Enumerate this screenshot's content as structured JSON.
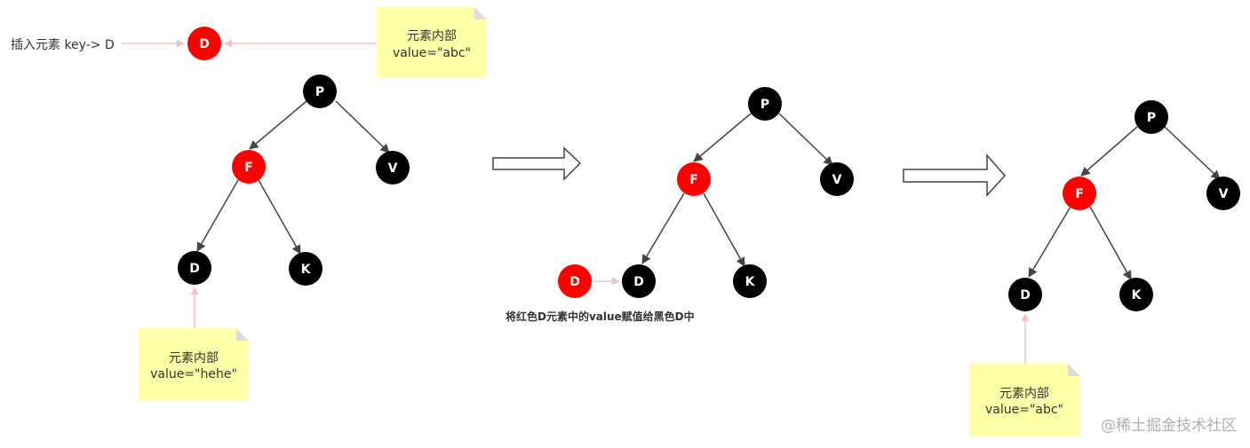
{
  "insert_label": "插入元素 key-> D",
  "top_note": {
    "line1": "元素内部",
    "line2": "value=\"abc\""
  },
  "panel1": {
    "nodes": {
      "p": "P",
      "f": "F",
      "v": "V",
      "d": "D",
      "k": "K"
    },
    "note": {
      "line1": "元素内部",
      "line2": "value=\"hehe\""
    }
  },
  "panel2": {
    "nodes": {
      "p": "P",
      "f": "F",
      "v": "V",
      "d": "D",
      "k": "K",
      "red_d": "D"
    },
    "caption": "将红色D元素中的value赋值给黑色D中"
  },
  "panel3": {
    "nodes": {
      "p": "P",
      "f": "F",
      "v": "V",
      "d": "D",
      "k": "K"
    },
    "note": {
      "line1": "元素内部",
      "line2": "value=\"abc\""
    }
  },
  "incoming_node": "D",
  "watermark": "@稀土掘金技术社区",
  "colors": {
    "red": "#ff0000",
    "black": "#000000",
    "note": "#ffffa8",
    "pink_arrow": "#f6c2c2",
    "edge": "#444444"
  }
}
